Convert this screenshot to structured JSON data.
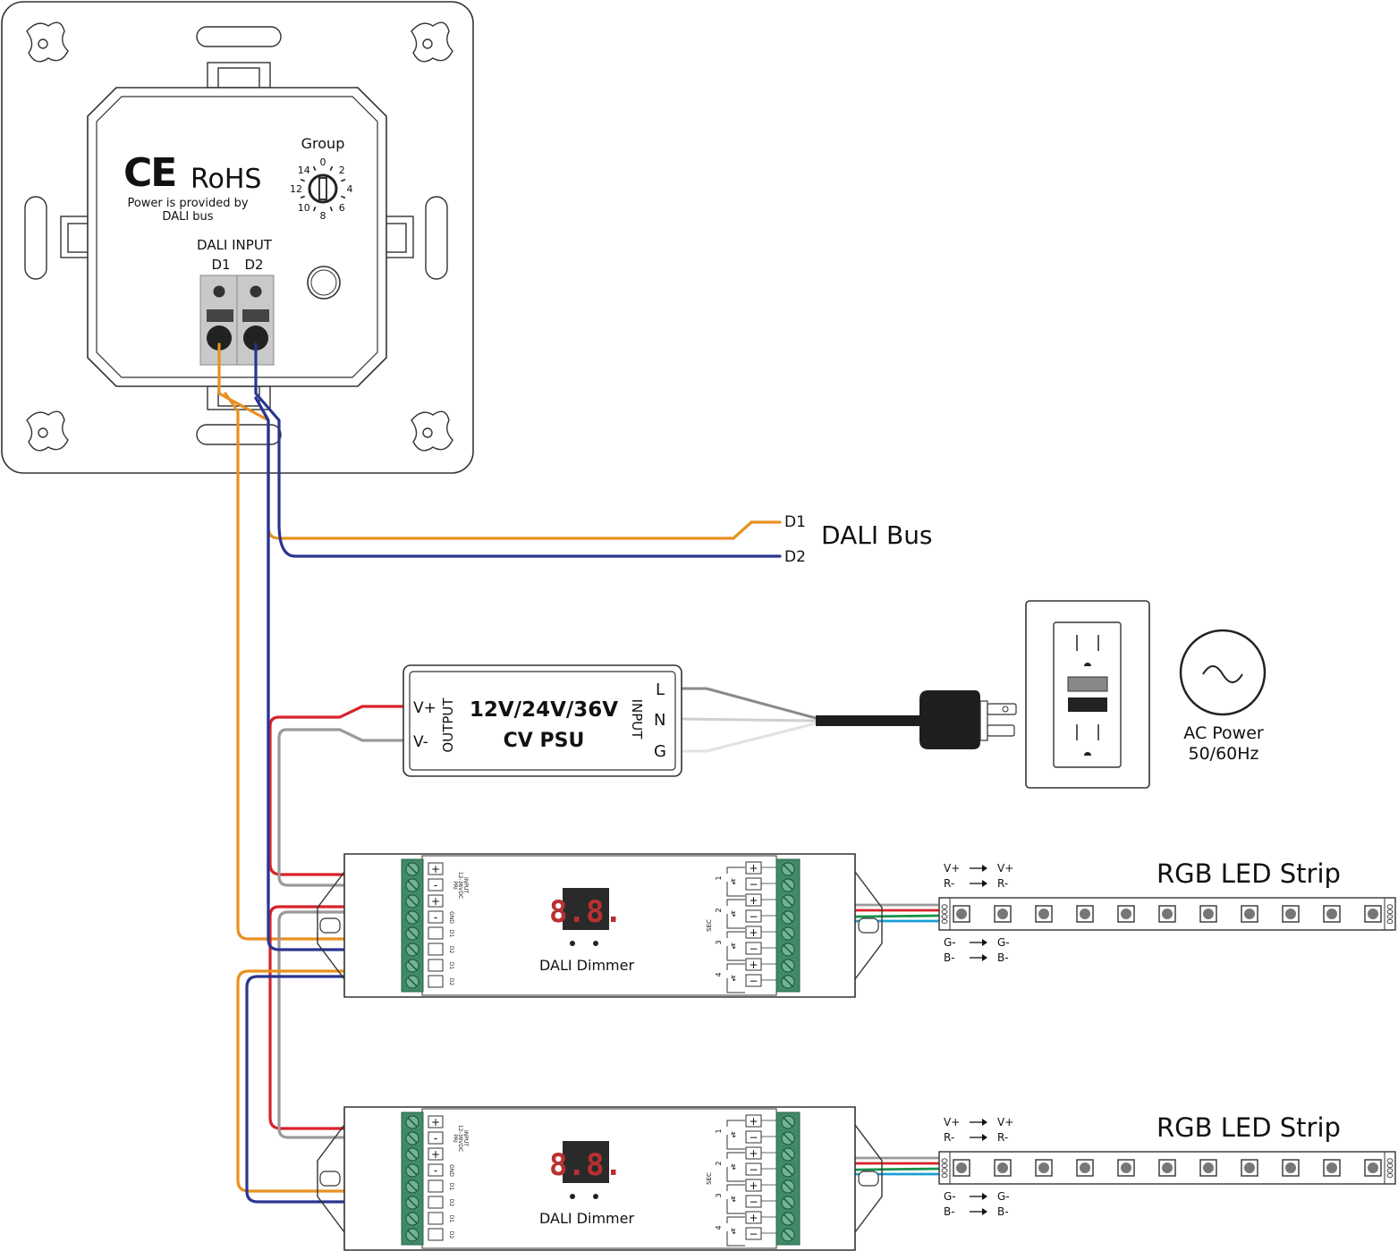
{
  "colors": {
    "d1": "#e8911f",
    "d2": "#2a3590",
    "red": "#d8222a",
    "gray": "#9a9a9a",
    "green": "#17924a",
    "blue": "#1a9ed8",
    "light_gray": "#cfcfcf",
    "terminal_green": "#3f8a68",
    "plug_black": "#1e1e1e"
  },
  "panel": {
    "ce": "CE",
    "rohs": "RoHS",
    "power_note_1": "Power is provided by",
    "power_note_2": "DALI bus",
    "group_label": "Group",
    "dial_labels": [
      "0",
      "2",
      "4",
      "6",
      "8",
      "10",
      "12",
      "14"
    ],
    "dali_input": "DALI INPUT",
    "d1": "D1",
    "d2": "D2"
  },
  "dali_bus": {
    "label": "DALI Bus",
    "d1": "D1",
    "d2": "D2"
  },
  "psu": {
    "title": "12V/24V/36V",
    "subtitle": "CV PSU",
    "output_label": "OUTPUT",
    "input_label": "INPUT",
    "vplus": "V+",
    "vminus": "V-",
    "l": "L",
    "n": "N",
    "g": "G"
  },
  "ac_power": {
    "line1": "AC Power",
    "line2": "50/60Hz"
  },
  "dimmers": [
    {
      "label": "DALI Dimmer",
      "display": "8.8.",
      "input_header": [
        "INPUT",
        "12-36VDC",
        "PRI"
      ],
      "input_terminals": [
        "+",
        "-",
        "+",
        "-",
        "",
        "",
        "",
        ""
      ],
      "input_labels": [
        "",
        "",
        "",
        "GND",
        "D1",
        "D2",
        "D1",
        "D2"
      ],
      "sec_label": "SEC",
      "channels": [
        "1",
        "2",
        "3",
        "4"
      ]
    },
    {
      "label": "DALI Dimmer",
      "display": "8.8.",
      "input_header": [
        "INPUT",
        "12-36VDC",
        "PRI"
      ],
      "input_terminals": [
        "+",
        "-",
        "+",
        "-",
        "",
        "",
        "",
        ""
      ],
      "input_labels": [
        "",
        "",
        "",
        "GND",
        "D1",
        "D2",
        "D1",
        "D2"
      ],
      "sec_label": "SEC",
      "channels": [
        "1",
        "2",
        "3",
        "4"
      ]
    }
  ],
  "strips": [
    {
      "label": "RGB LED Strip",
      "legend": [
        {
          "from": "V+",
          "to": "V+"
        },
        {
          "from": "R-",
          "to": "R-"
        },
        {
          "from": "G-",
          "to": "G-"
        },
        {
          "from": "B-",
          "to": "B-"
        }
      ]
    },
    {
      "label": "RGB LED Strip",
      "legend": [
        {
          "from": "V+",
          "to": "V+"
        },
        {
          "from": "R-",
          "to": "R-"
        },
        {
          "from": "G-",
          "to": "G-"
        },
        {
          "from": "B-",
          "to": "B-"
        }
      ]
    }
  ]
}
